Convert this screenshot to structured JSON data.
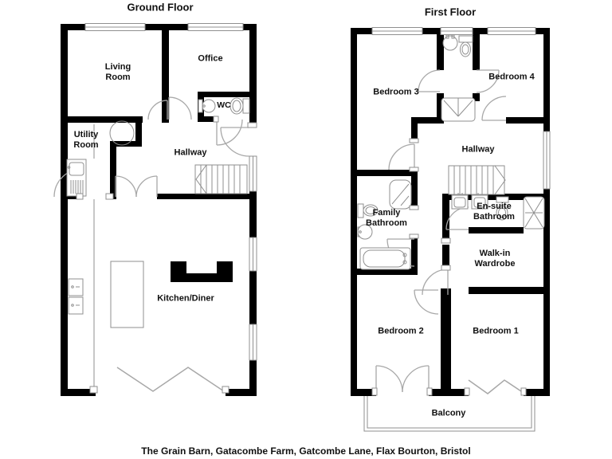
{
  "ground_floor": {
    "title": "Ground Floor",
    "rooms": {
      "living_room": "Living Room",
      "office": "Office",
      "wc": "WC",
      "utility_room": "Utility Room",
      "hallway": "Hallway",
      "kitchen_diner": "Kitchen/Diner"
    }
  },
  "first_floor": {
    "title": "First Floor",
    "rooms": {
      "bedroom_3": "Bedroom 3",
      "bedroom_4": "Bedroom 4",
      "hallway": "Hallway",
      "family_bathroom": "Family Bathroom",
      "ensuite_bathroom": "En-suite Bathroom",
      "walk_in_wardrobe": "Walk-in Wardrobe",
      "bedroom_2": "Bedroom 2",
      "bedroom_1": "Bedroom 1",
      "balcony": "Balcony"
    }
  },
  "caption": "The Grain Barn, Gatacombe Farm, Gatcombe Lane, Flax Bourton, Bristol",
  "colors": {
    "wall": "#000000",
    "fixture": "#8f8f8f",
    "door": "#a8a8a8",
    "background": "#ffffff",
    "text": "#111111"
  }
}
